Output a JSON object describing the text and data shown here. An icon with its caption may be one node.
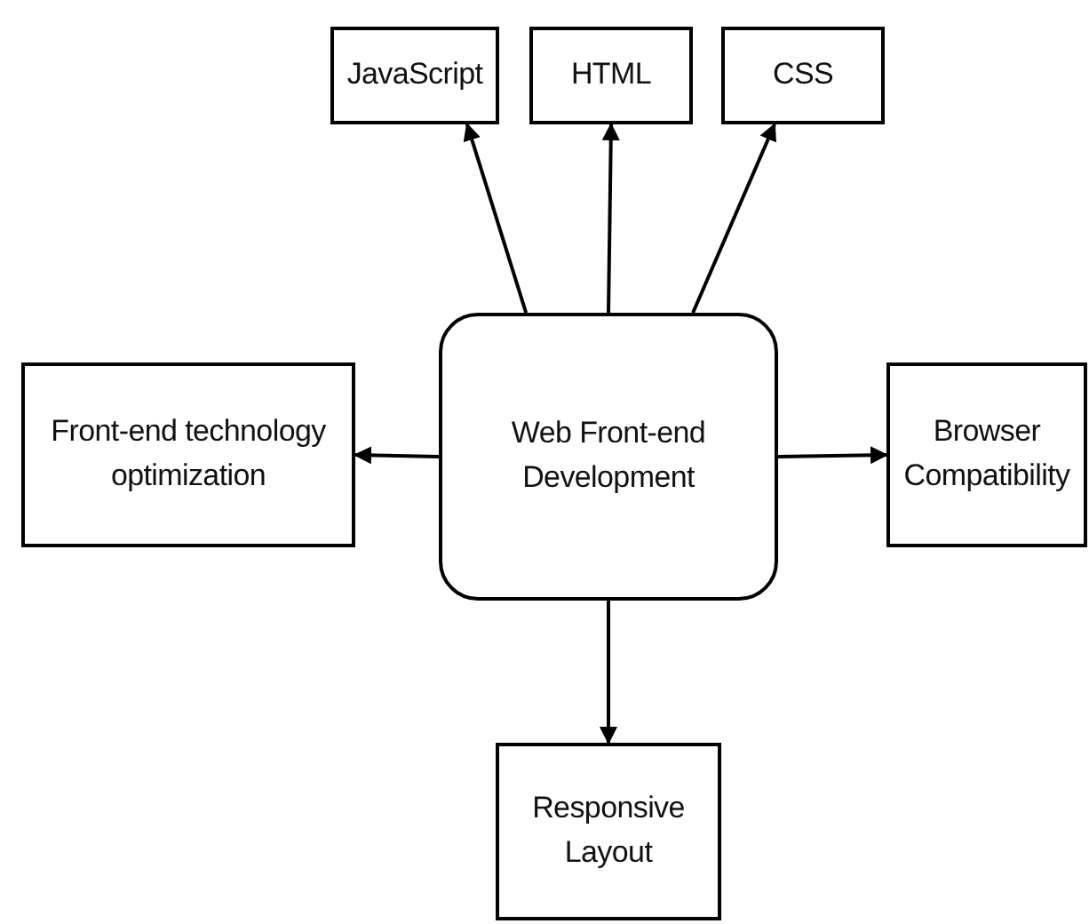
{
  "diagram": {
    "nodes": [
      {
        "text": [
          "JavaScript"
        ]
      },
      {
        "text": [
          "HTML"
        ]
      },
      {
        "text": [
          "CSS"
        ]
      },
      {
        "text": [
          "Front-end technology optimization"
        ]
      },
      {
        "text": [
          "Web Front-end Development"
        ]
      },
      {
        "text": [
          "Browser Compatibility"
        ]
      },
      {
        "text": [
          "Responsive Layout"
        ]
      }
    ],
    "edges": [
      {
        "from": 4,
        "to": 0,
        "arrow": "to"
      },
      {
        "from": 4,
        "to": 1,
        "arrow": "to"
      },
      {
        "from": 4,
        "to": 2,
        "arrow": "to"
      },
      {
        "from": 4,
        "to": 3,
        "arrow": "to"
      },
      {
        "from": 4,
        "to": 5,
        "arrow": "to"
      },
      {
        "from": 4,
        "to": 6,
        "arrow": "to"
      }
    ]
  }
}
